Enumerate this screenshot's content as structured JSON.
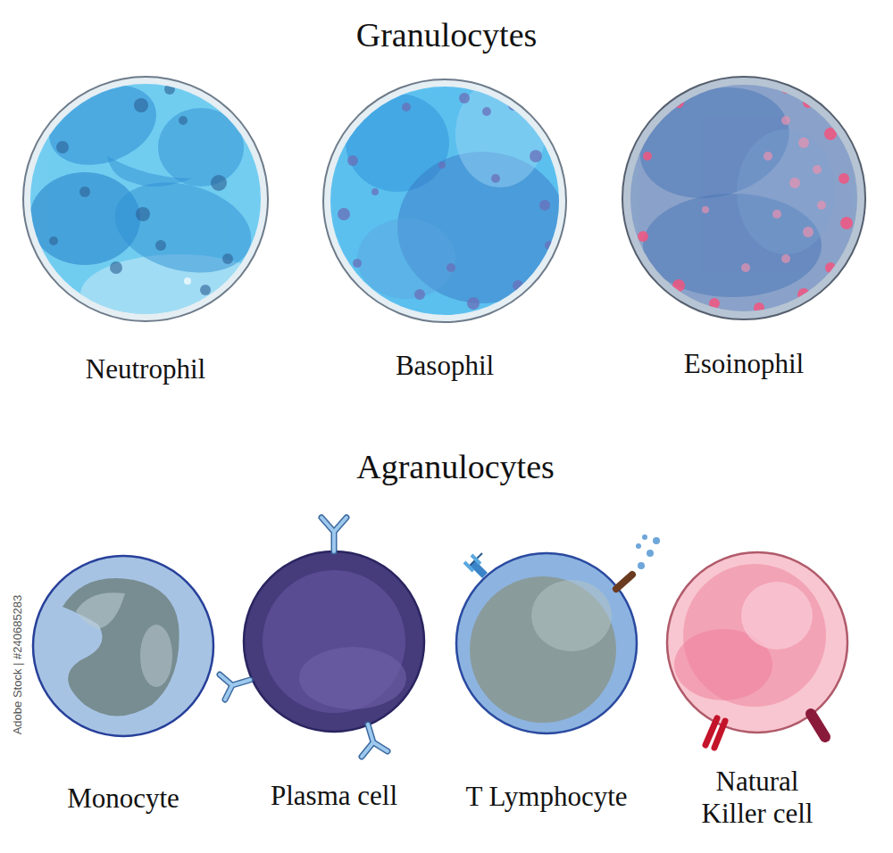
{
  "diagram": {
    "nodes": [
      {
        "text": [
          "Neutrophil"
        ]
      },
      {
        "text": [
          "Basophil"
        ]
      },
      {
        "text": [
          "Esoinophil"
        ]
      },
      {
        "text": [
          "Monocyte"
        ]
      },
      {
        "text": [
          "Plasma cell"
        ]
      },
      {
        "text": [
          "T Lymphocyte"
        ]
      },
      {
        "text": [
          "Natural Killer cell"
        ]
      }
    ],
    "labels": [
      "Granulocytes",
      "Agranulocytes",
      "Adobe Stock | #240685283"
    ]
  }
}
